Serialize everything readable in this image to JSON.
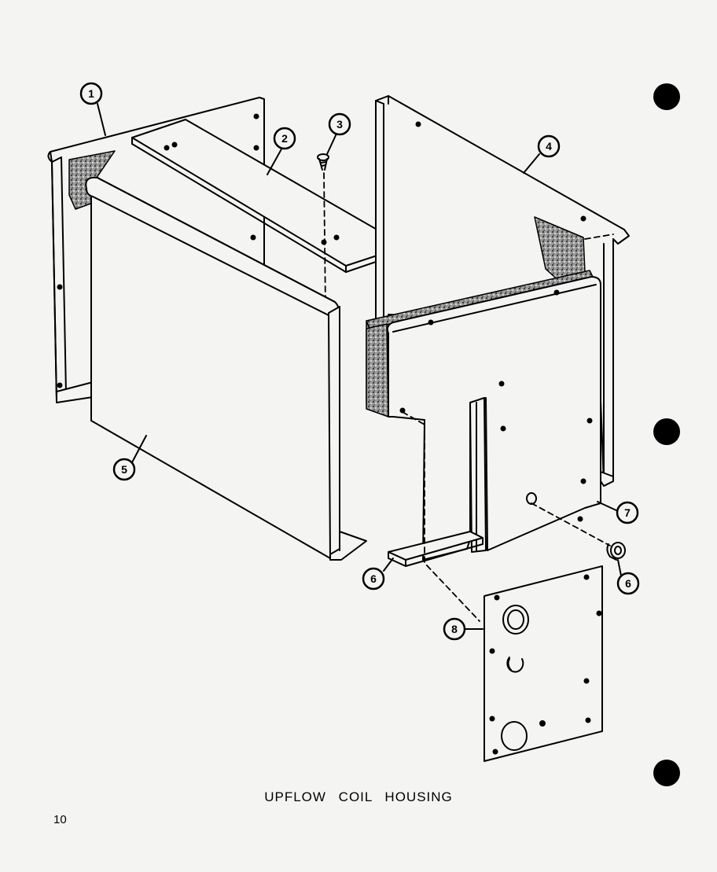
{
  "diagram": {
    "caption": "UPFLOW  COIL HOUSING",
    "page_number": "10",
    "callouts": [
      {
        "id": "c1",
        "label": "1"
      },
      {
        "id": "c2",
        "label": "2"
      },
      {
        "id": "c3",
        "label": "3"
      },
      {
        "id": "c4",
        "label": "4"
      },
      {
        "id": "c5",
        "label": "5"
      },
      {
        "id": "c6a",
        "label": "6"
      },
      {
        "id": "c6b",
        "label": "6"
      },
      {
        "id": "c7",
        "label": "7"
      },
      {
        "id": "c8",
        "label": "8"
      }
    ],
    "colors": {
      "ink": "#000000",
      "paper": "#f4f4f2",
      "insulation": "#6a6a6a"
    }
  }
}
